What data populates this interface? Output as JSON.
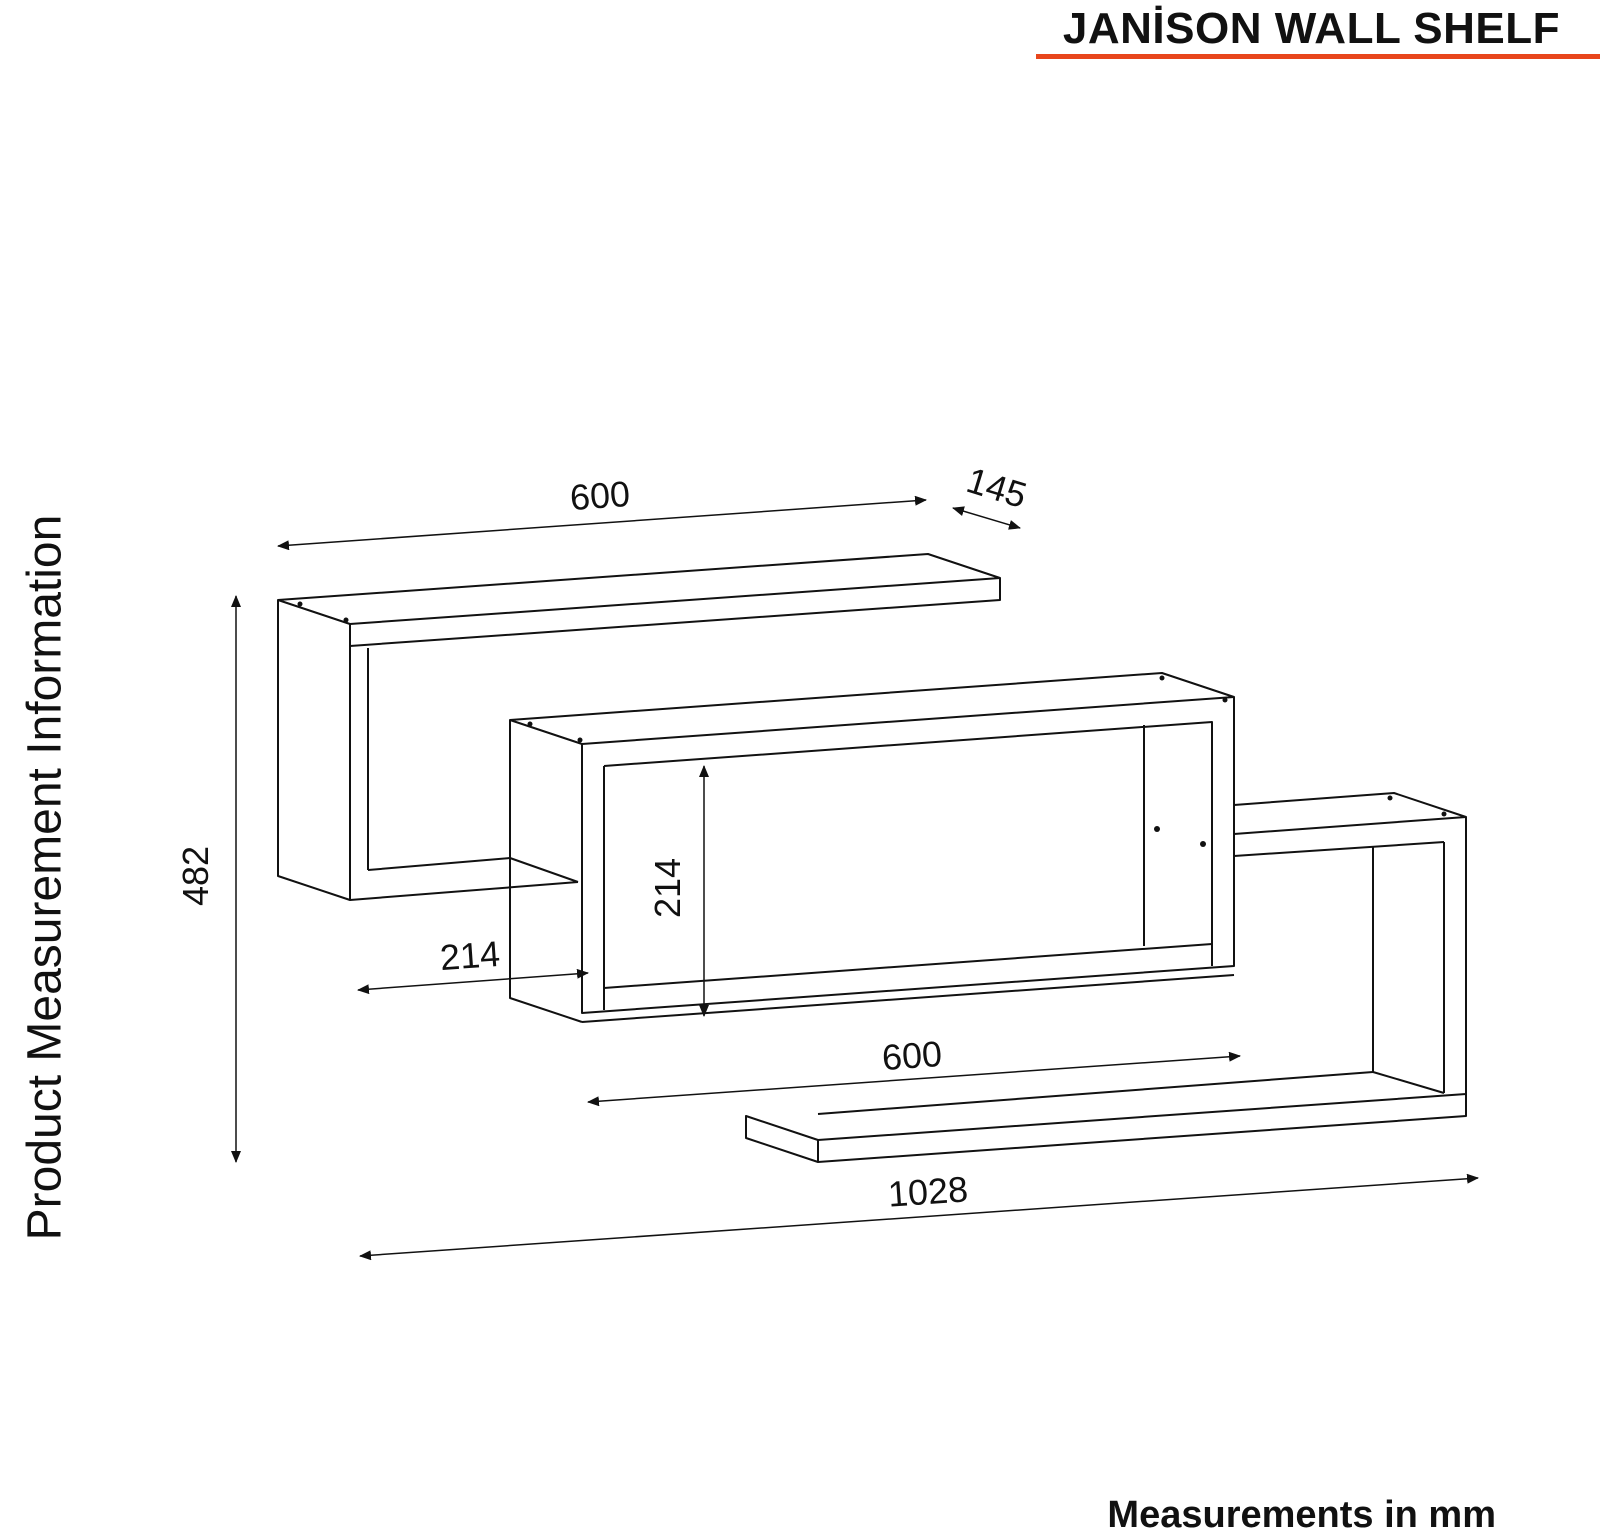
{
  "header": {
    "title": "JANİSON WALL SHELF",
    "accent_color": "#e8461c"
  },
  "side_label": "Product Measurement Information",
  "footer": "Measurements in mm",
  "dimensions": {
    "top_width": "600",
    "depth": "145",
    "total_height": "482",
    "box_height": "214",
    "offset": "214",
    "bottom_width": "600",
    "total_width": "1028"
  }
}
